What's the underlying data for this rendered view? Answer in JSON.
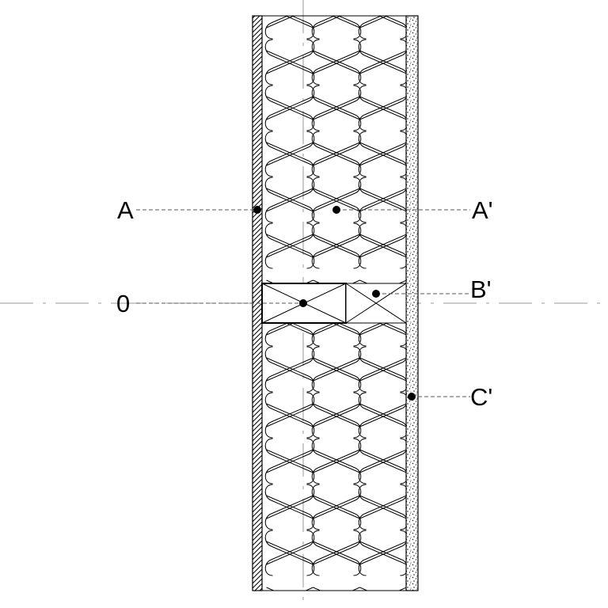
{
  "labels": {
    "a": "A",
    "a_prime": "A'",
    "zero": "0",
    "b_prime": "B'",
    "c_prime": "C'"
  },
  "colors": {
    "stroke": "#000000",
    "background": "#ffffff",
    "leader": "#555555",
    "axis": "#999999"
  }
}
